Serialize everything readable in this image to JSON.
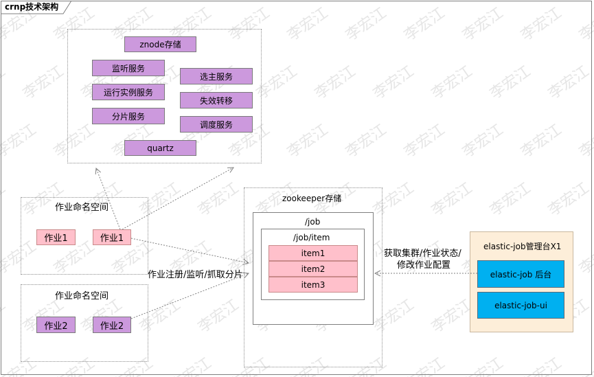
{
  "title": "crnp技术架构",
  "watermark_text": "李宏江",
  "engine": {
    "znode": "znode存储",
    "monitor": "监听服务",
    "run_instance": "运行实例服务",
    "sharding": "分片服务",
    "leader": "选主服务",
    "failover": "失效转移",
    "schedule": "调度服务",
    "quartz": "quartz"
  },
  "namespace1": {
    "label": "作业命名空间",
    "job_a": "作业1",
    "job_b": "作业1"
  },
  "namespace2": {
    "label": "作业命名空间",
    "job_a": "作业2",
    "job_b": "作业2"
  },
  "zookeeper": {
    "label": "zookeeper存储",
    "job": "/job",
    "job_item": "/job/item",
    "items": [
      "item1",
      "item2",
      "item3"
    ]
  },
  "edge_register": "作业注册/监听/抓取分片",
  "edge_console_line1": "获取集群/作业状态/",
  "edge_console_line2": "修改作业配置",
  "console": {
    "label": "elastic-job管理台X1",
    "backend": "elastic-job 后台",
    "ui": "elastic-job-ui"
  },
  "colors": {
    "service_box": "#cc99dd",
    "job_pink": "#ffc0cb",
    "console_bg": "#fdeed9",
    "console_box": "#00b0f0"
  }
}
